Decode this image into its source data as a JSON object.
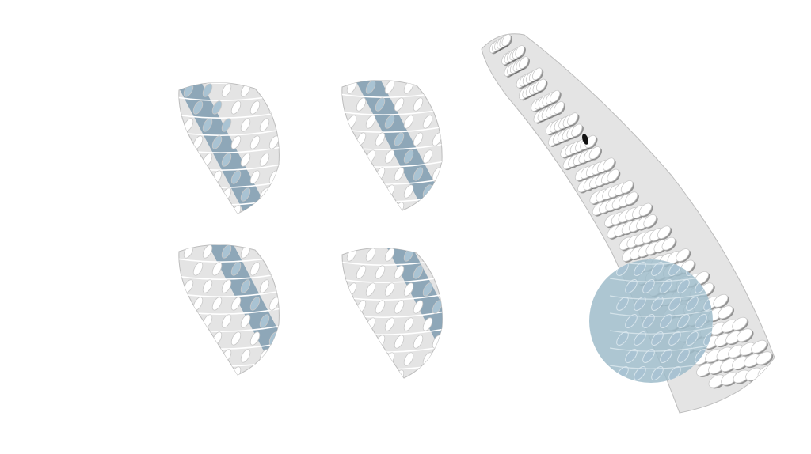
{
  "colors": {
    "background": "#ffffff",
    "mesh_fill": "#e4e4e4",
    "mesh_seam": "#ffffff",
    "mesh_edge": "#bdbdbd",
    "hole_fill": "#ffffff",
    "hole_edge": "#c9c9c9",
    "hole_shadow": "#505050",
    "highlight_band": "#7f9cb0",
    "highlight_hole": "#a9c3d3",
    "detail_circle": "#9fbcca",
    "marker": "#111111"
  },
  "panels": [
    {
      "name": "half-disc-panel-1",
      "band_offset": 0.0
    },
    {
      "name": "half-disc-panel-2",
      "band_offset": 0.5
    },
    {
      "name": "half-disc-panel-3",
      "band_offset": 1.0
    },
    {
      "name": "half-disc-panel-4",
      "band_offset": 1.5
    }
  ]
}
